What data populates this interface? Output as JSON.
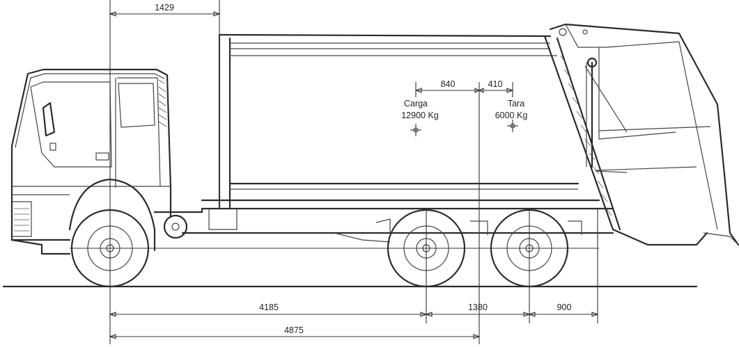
{
  "dimensions": {
    "front_overhang": "1429",
    "load_offset": "840",
    "tare_offset": "410",
    "wheelbase_front": "4185",
    "tandem": "1380",
    "rear_overhang": "900",
    "to_rear_axle": "4875"
  },
  "centers": {
    "load_label": "Carga",
    "load_value": "12900 Kg",
    "tare_label": "Tara",
    "tare_value": "6000 Kg"
  }
}
